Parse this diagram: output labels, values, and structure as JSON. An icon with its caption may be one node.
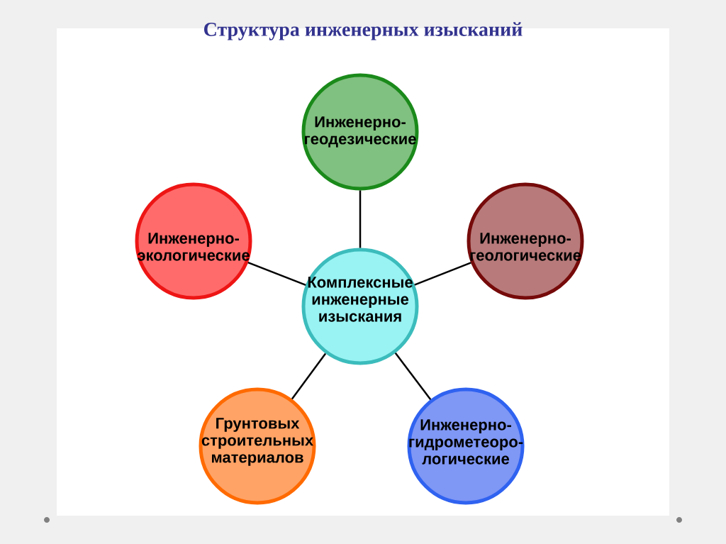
{
  "diagram": {
    "title": "Структура инженерных изысканий",
    "nodes": [
      {
        "text": [
          "Комплексные инженерные изыскания"
        ]
      },
      {
        "text": [
          "Инженерно-геодезические"
        ]
      },
      {
        "text": [
          "Инженерно-экологические"
        ]
      },
      {
        "text": [
          "Инженерно-геологические"
        ]
      },
      {
        "text": [
          "Грунтовых строительных материалов"
        ]
      },
      {
        "text": [
          "Инженерно-гидрометеоро-логические"
        ]
      }
    ],
    "edges": [
      {
        "from": 0,
        "to": 1,
        "arrow": "none"
      },
      {
        "from": 0,
        "to": 2,
        "arrow": "none"
      },
      {
        "from": 0,
        "to": 3,
        "arrow": "none"
      },
      {
        "from": 0,
        "to": 4,
        "arrow": "none"
      },
      {
        "from": 0,
        "to": 5,
        "arrow": "none"
      }
    ]
  }
}
